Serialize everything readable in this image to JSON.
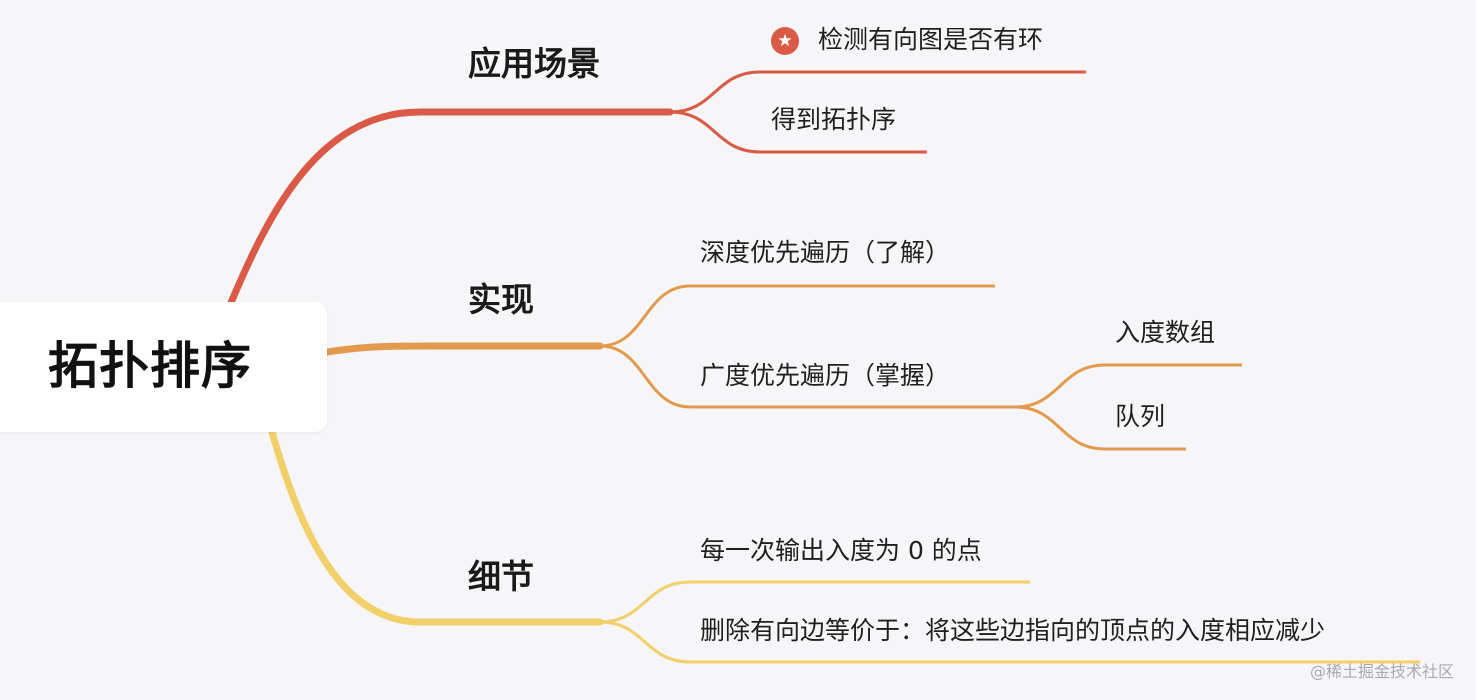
{
  "root": {
    "label": "拓扑排序"
  },
  "colors": {
    "branch1": "#d95b47",
    "branch2": "#e39a4e",
    "branch3": "#f1cf6a"
  },
  "branches": [
    {
      "label": "应用场景",
      "leaves": [
        "检测有向图是否有环",
        "得到拓扑序"
      ],
      "icon": "star-icon"
    },
    {
      "label": "实现",
      "leaves": [
        "深度优先遍历（了解）",
        "广度优先遍历（掌握）"
      ],
      "subleaves": [
        "入度数组",
        "队列"
      ]
    },
    {
      "label": "细节",
      "leaves": [
        "每一次输出入度为 0 的点",
        "删除有向边等价于：将这些边指向的顶点的入度相应减少"
      ]
    }
  ],
  "watermark": "@稀土掘金技术社区"
}
